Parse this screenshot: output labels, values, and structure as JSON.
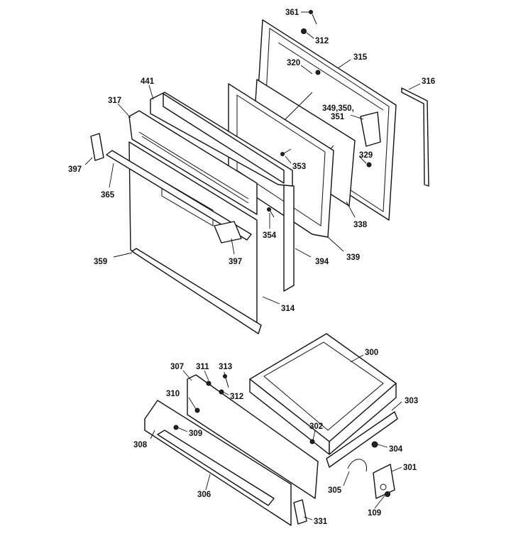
{
  "header_text": "",
  "callouts": {
    "c361": "361",
    "c312a": "312",
    "c315": "315",
    "c320": "320",
    "c316": "316",
    "c441": "441",
    "c317": "317",
    "c349": "349,350,",
    "c351": "351",
    "c329": "329",
    "c397a": "397",
    "c353": "353",
    "c365": "365",
    "c354": "354",
    "c338": "338",
    "c397b": "397",
    "c394": "394",
    "c339": "339",
    "c359": "359",
    "c314": "314",
    "c300": "300",
    "c307": "307",
    "c311": "311",
    "c313": "313",
    "c312b": "312",
    "c310": "310",
    "c303": "303",
    "c302": "302",
    "c309": "309",
    "c308": "308",
    "c304": "304",
    "c301": "301",
    "c305": "305",
    "c306": "306",
    "c109": "109",
    "c331": "331"
  }
}
